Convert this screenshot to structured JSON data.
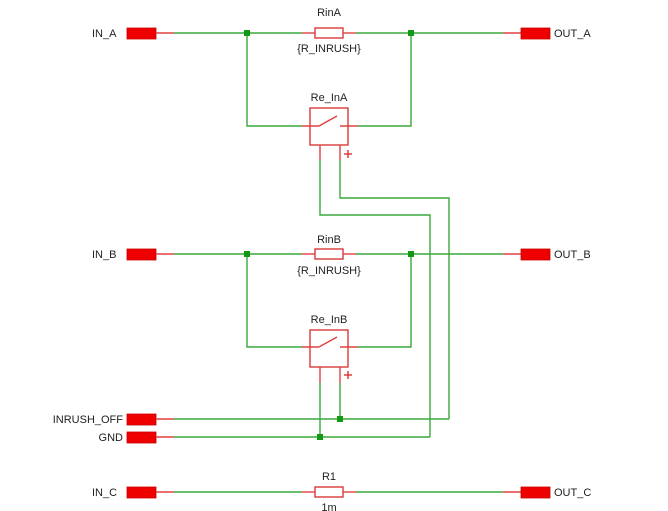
{
  "colors": {
    "wire": "#3aa83a",
    "component": "#d83a3a",
    "port": "#ee0000",
    "junction": "#119911",
    "background": "#ffffff"
  },
  "ports": {
    "in_a": "IN_A",
    "out_a": "OUT_A",
    "in_b": "IN_B",
    "out_b": "OUT_B",
    "inrush_off": "INRUSH_OFF",
    "gnd": "GND",
    "in_c": "IN_C",
    "out_c": "OUT_C"
  },
  "components": {
    "rina": {
      "name": "RinA",
      "value": "{R_INRUSH}"
    },
    "rinb": {
      "name": "RinB",
      "value": "{R_INRUSH}"
    },
    "r1": {
      "name": "R1",
      "value": "1m"
    },
    "re_ina": {
      "name": "Re_InA",
      "polarity": "+"
    },
    "re_inb": {
      "name": "Re_InB",
      "polarity": "+"
    }
  }
}
